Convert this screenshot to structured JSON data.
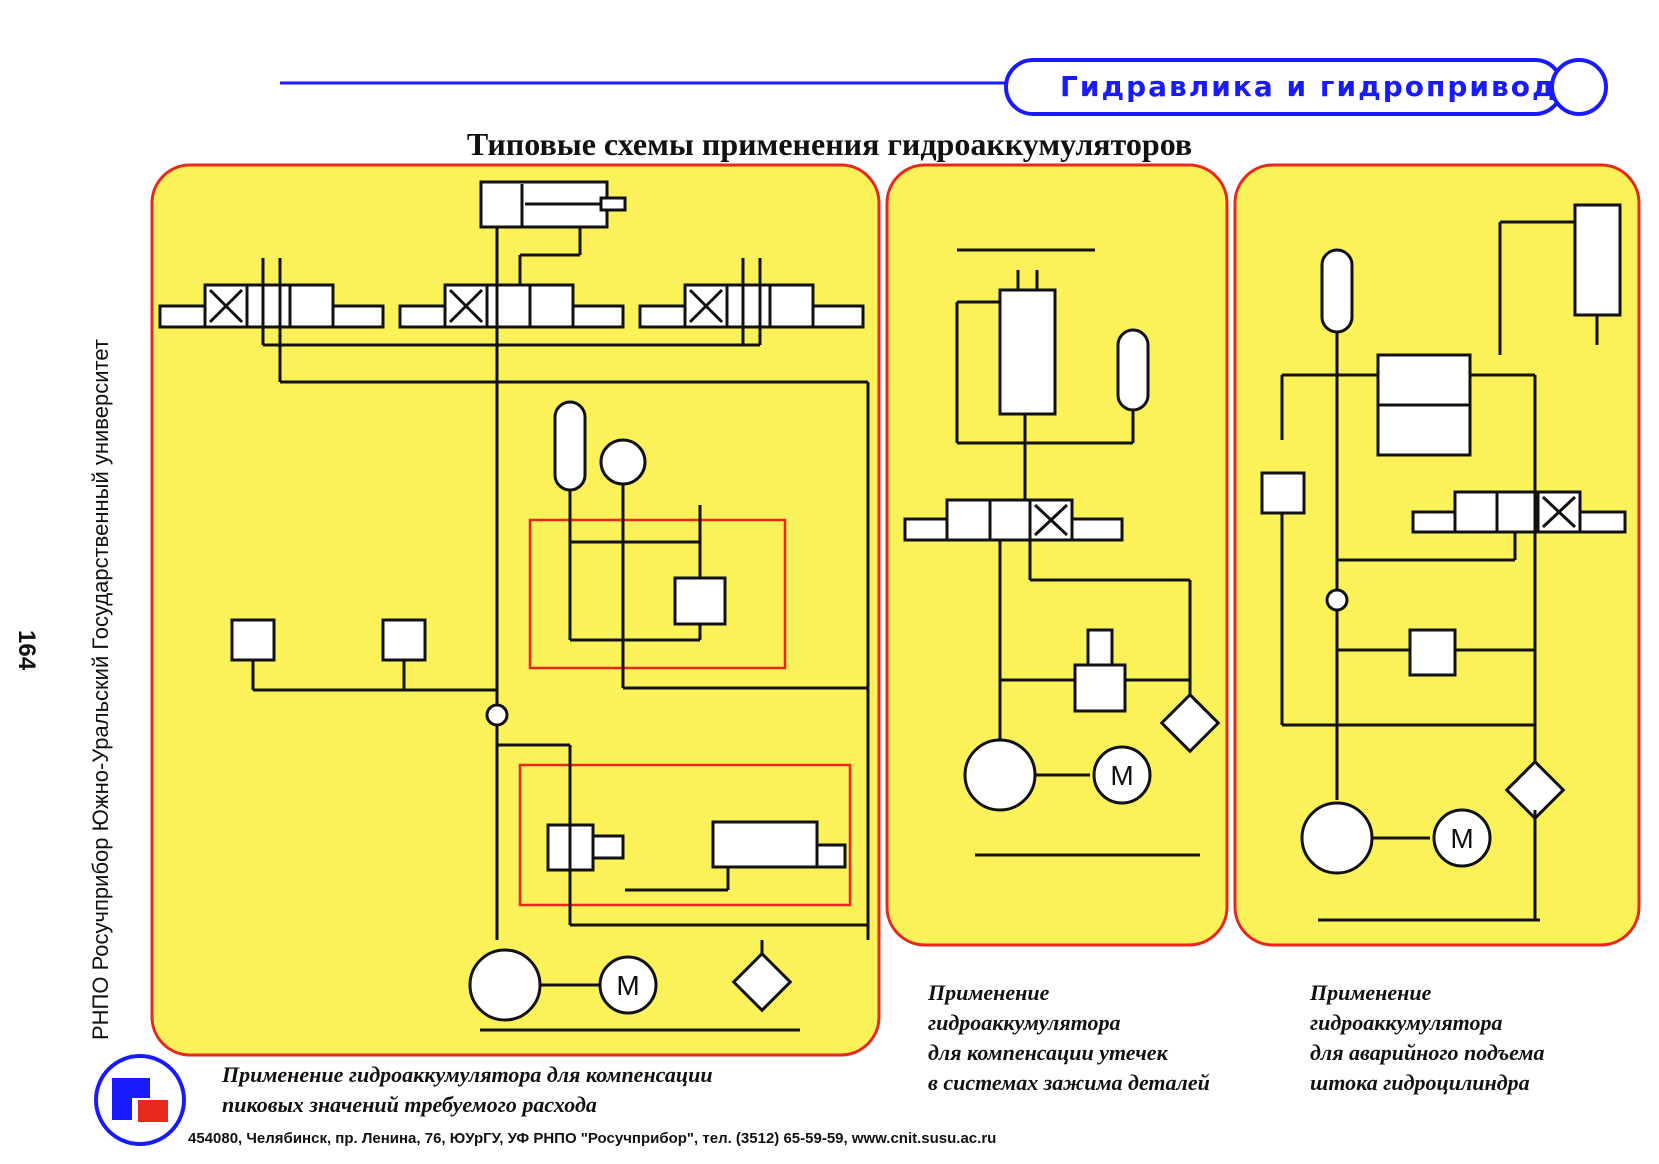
{
  "header": {
    "section_title": "Гидравлика и гидропривод",
    "page_number": "164",
    "side_text": "РНПО Росучприбор     Южно-Уральский Государственный университет"
  },
  "main": {
    "title": "Типовые схемы применения гидроаккумуляторов"
  },
  "panels": [
    {
      "caption": "Применение гидроаккумулятора для компенсации\nпиковых значений требуемого расхода"
    },
    {
      "caption": "Применение\nгидроаккумулятора\nдля компенсации утечек\nв системах зажима деталей"
    },
    {
      "caption": "Применение\nгидроаккумулятора\nдля аварийного подъема\nштока гидроцилиндра"
    }
  ],
  "symbols": {
    "motor_label": "M"
  },
  "footer": {
    "address": "454080, Челябинск, пр. Ленина, 76, ЮУрГУ, УФ РНПО \"Росучприбор\", тел. (3512) 65-59-59, www.cnit.susu.ac.ru"
  },
  "colors": {
    "panel_fill": "#fbf25a",
    "panel_border": "#e8271d",
    "accent_blue": "#1a1aff",
    "highlight_frame": "#e8271d"
  }
}
